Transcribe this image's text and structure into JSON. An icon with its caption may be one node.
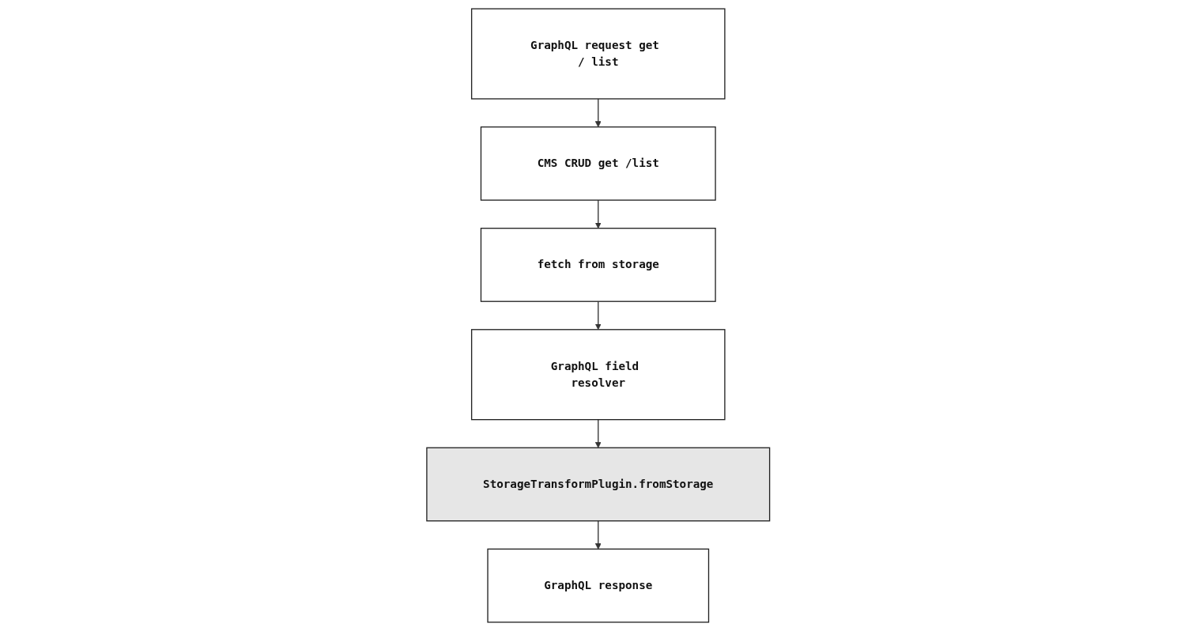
{
  "diagram": {
    "nodes": [
      {
        "text": [
          "GraphQL request get / list"
        ]
      },
      {
        "text": [
          "CMS CRUD get /list"
        ]
      },
      {
        "text": [
          "fetch from storage"
        ]
      },
      {
        "text": [
          "GraphQL field resolver"
        ]
      },
      {
        "text": [
          "StorageTransformPlugin.fromStorage"
        ]
      },
      {
        "text": [
          "GraphQL response"
        ]
      }
    ],
    "edges": [
      {
        "from": 0,
        "to": 1,
        "arrow": "to"
      },
      {
        "from": 1,
        "to": 2,
        "arrow": "to"
      },
      {
        "from": 2,
        "to": 3,
        "arrow": "to"
      },
      {
        "from": 3,
        "to": 4,
        "arrow": "to"
      },
      {
        "from": 4,
        "to": 5,
        "arrow": "to"
      }
    ]
  }
}
